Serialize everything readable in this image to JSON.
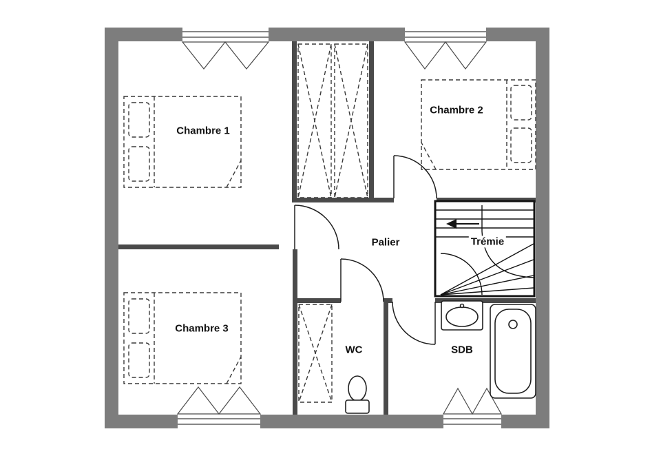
{
  "plan": {
    "rooms": [
      {
        "id": "chambre1",
        "label": "Chambre 1"
      },
      {
        "id": "chambre2",
        "label": "Chambre 2"
      },
      {
        "id": "chambre3",
        "label": "Chambre 3"
      },
      {
        "id": "palier",
        "label": "Palier"
      },
      {
        "id": "tremie",
        "label": "Trémie"
      },
      {
        "id": "wc",
        "label": "WC"
      },
      {
        "id": "sdb",
        "label": "SDB"
      }
    ]
  },
  "colors": {
    "outer_wall": "#7d7d7d",
    "inner_wall": "#4a4a4a",
    "line": "#1f1f1f",
    "background": "#ffffff"
  }
}
